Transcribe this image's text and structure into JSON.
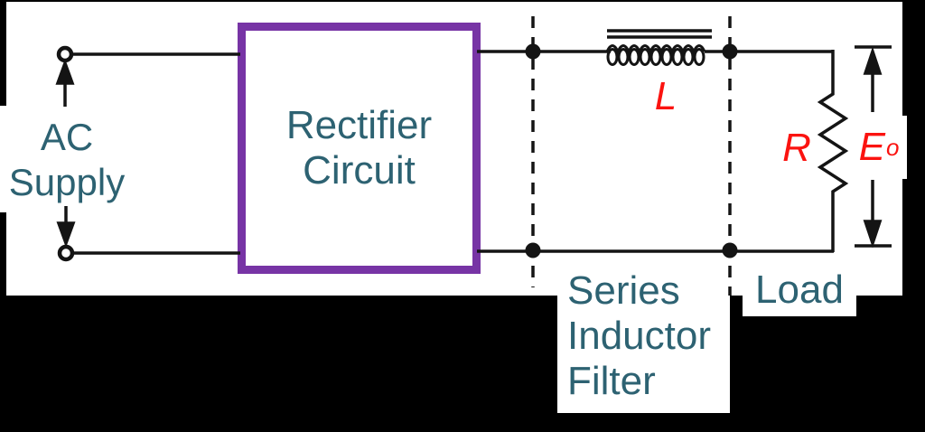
{
  "labels": {
    "ac_supply": "AC\nSupply",
    "rectifier": "Rectifier\nCircuit",
    "inductor_symbol": "L",
    "resistor_symbol": "R",
    "output_voltage_symbol": "E",
    "output_voltage_subscript": "o",
    "filter_caption": "Series\nInductor\nFilter",
    "load_caption": "Load"
  },
  "colors": {
    "page-bg": "#000000",
    "canvas-bg": "#ffffff",
    "ink": "#141414",
    "teal": "#2d6272",
    "red": "#fb1310",
    "purple": "#7734a5"
  }
}
